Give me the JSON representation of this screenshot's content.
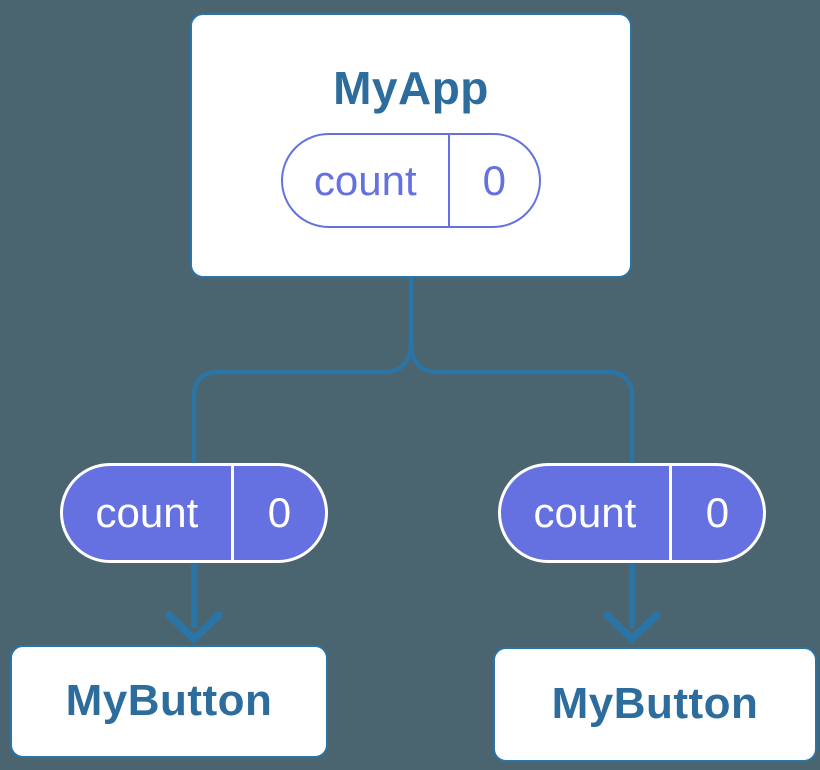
{
  "diagram": {
    "colors": {
      "background": "#4b6570",
      "line": "#2b74a6",
      "node-bg": "#ffffff",
      "node-border": "#2b74a6",
      "node-text": "#2d6d9d",
      "purple": "#6571e0",
      "pill-filled-text": "#ffffff"
    },
    "root": {
      "label": "MyApp",
      "state": {
        "key": "count",
        "value": "0"
      }
    },
    "children": [
      {
        "prop": {
          "key": "count",
          "value": "0"
        },
        "label": "MyButton"
      },
      {
        "prop": {
          "key": "count",
          "value": "0"
        },
        "label": "MyButton"
      }
    ]
  }
}
